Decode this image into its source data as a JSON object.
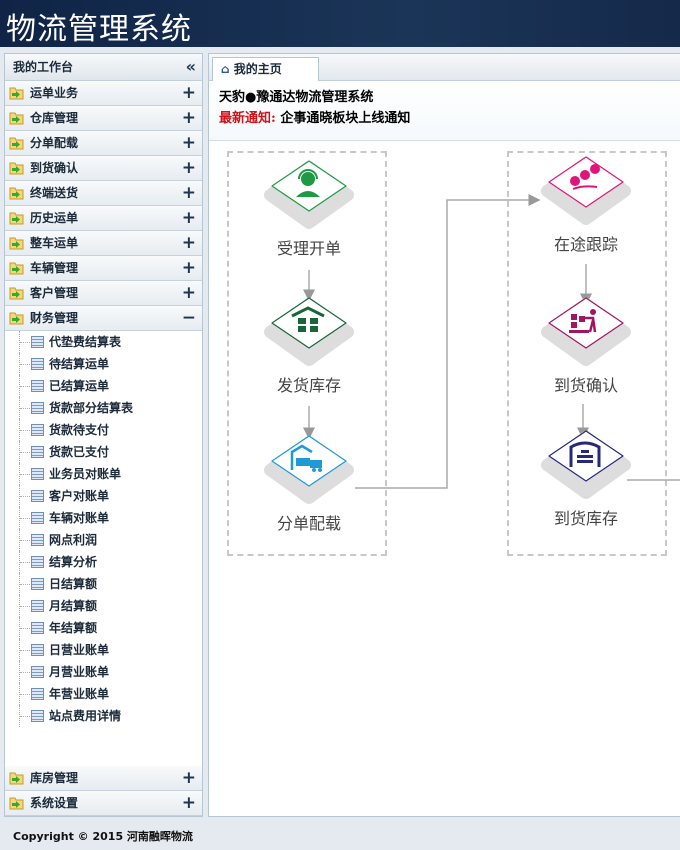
{
  "app_title": "物流管理系统",
  "sidebar": {
    "title": "我的工作台",
    "menus": [
      {
        "label": "运单业务",
        "state": "+"
      },
      {
        "label": "仓库管理",
        "state": "+"
      },
      {
        "label": "分单配载",
        "state": "+"
      },
      {
        "label": "到货确认",
        "state": "+"
      },
      {
        "label": "终端送货",
        "state": "+"
      },
      {
        "label": "历史运单",
        "state": "+"
      },
      {
        "label": "整车运单",
        "state": "+"
      },
      {
        "label": "车辆管理",
        "state": "+"
      },
      {
        "label": "客户管理",
        "state": "+"
      },
      {
        "label": "财务管理",
        "state": "−"
      }
    ],
    "finance_items": [
      "代垫费结算表",
      "待结算运单",
      "已结算运单",
      "货款部分结算表",
      "货款待支付",
      "货款已支付",
      "业务员对账单",
      "客户对账单",
      "车辆对账单",
      "网点利润",
      "结算分析",
      "日结算额",
      "月结算额",
      "年结算额",
      "日营业账单",
      "月营业账单",
      "年营业账单",
      "站点费用详情"
    ],
    "bottom_menus": [
      {
        "label": "库房管理",
        "state": "+"
      },
      {
        "label": "系统设置",
        "state": "+"
      }
    ]
  },
  "tab": {
    "label": "我的主页"
  },
  "notice": {
    "company": "天豹●豫通达物流管理系统",
    "label": "最新通知:",
    "text": "企事通晓板块上线通知"
  },
  "flow": {
    "left": [
      "受理开单",
      "发货库存",
      "分单配载"
    ],
    "right": [
      "在途跟踪",
      "到货确认",
      "到货库存"
    ]
  },
  "colors": {
    "green": "#1e9a45",
    "darkgreen": "#17663a",
    "blue": "#1e9ad6",
    "magenta": "#e0157a",
    "plum": "#a01662",
    "navy": "#27287a"
  },
  "footer": "Copyright © 2015 河南融晖物流"
}
